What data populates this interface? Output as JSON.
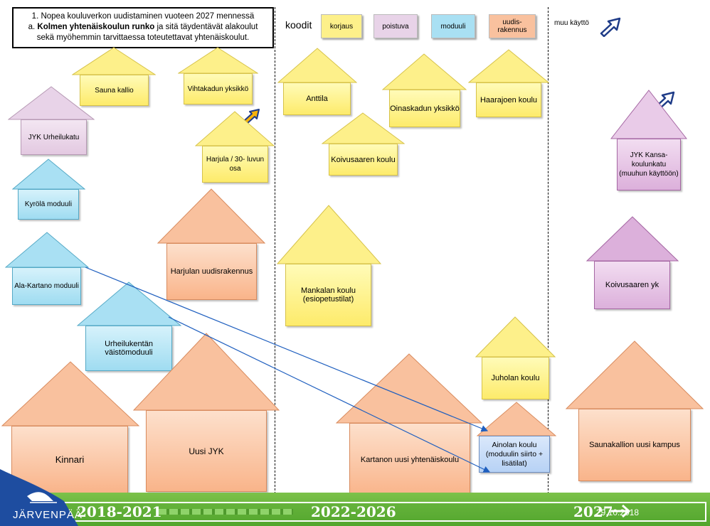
{
  "info": {
    "line1": "1. Nopea kouluverkon uudistaminen vuoteen 2027 mennessä",
    "line2_prefix": "a. ",
    "line2_bold": "Kolmen yhtenäiskoulun runko",
    "line2_suffix": " ja sitä täydentävät alakoulut",
    "line3": "sekä myöhemmin tarvittaessa toteutettavat yhtenäiskoulut."
  },
  "legend": {
    "title": "koodit",
    "items": [
      {
        "label": "korjaus",
        "color": "#fdf08a"
      },
      {
        "label": "poistuva",
        "color": "#e8d3e8"
      },
      {
        "label": "moduuli",
        "color": "#a9e0f3"
      },
      {
        "label": "uudis-rakennus",
        "color": "#f9c19e"
      }
    ],
    "other_use": "muu käyttö"
  },
  "periods": [
    "2018-2021",
    "2022-2026",
    "2027"
  ],
  "date": "29.10.2018",
  "logo_text": "JÄRVENPÄÄ",
  "buildings": {
    "saunakallio": "Sauna kallio",
    "vihtakatu": "Vihtakadun yksikkö",
    "jyk_urheilukatu": "JYK Urheilukatu",
    "harjula_30": "Harjula / 30- luvun osa",
    "kyrola": "Kyrölä moduuli",
    "harjula_uudis": "Harjulan uudisrakennus",
    "alakartano": "Ala-Kartano moduuli",
    "urheilukentta": "Urheilukentän väistömoduuli",
    "kinnari": "Kinnari",
    "uusi_jyk": "Uusi JYK",
    "anttila": "Anttila",
    "oinaskatu": "Oinaskadun yksikkö",
    "haarajoki": "Haarajoen koulu",
    "koivusaari": "Koivusaaren koulu",
    "mankala": "Mankalan koulu (esiopetustilat)",
    "juhola": "Juholan koulu",
    "kartano": "Kartanon uusi yhtenäiskoulu",
    "ainola": "Ainolan koulu (moduulin siirto + lisätilat)",
    "jyk_kansa": "JYK Kansa-koulunkatu (muuhun käyttöön)",
    "koivusaari_yk": "Koivusaaren yk",
    "saunakallio_kampus": "Saunakallion uusi kampus"
  }
}
